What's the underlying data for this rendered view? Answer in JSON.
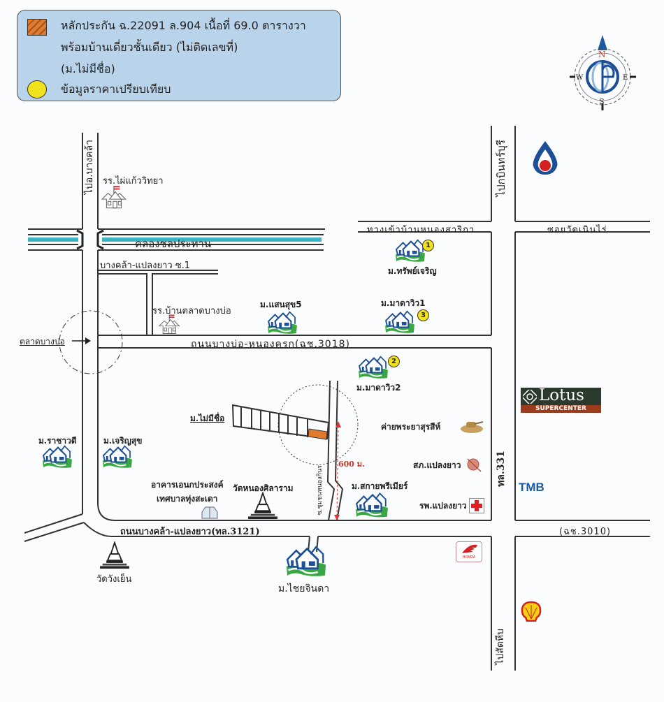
{
  "legend": {
    "collateral_line1": "หลักประกัน ฉ.22091 ล.904 เนื้อที่ 69.0 ตารางวา",
    "collateral_line2": "พร้อมบ้านเดี่ยวชั้นเดียว (ไม่ติดเลขที่)",
    "collateral_line3": "(ม.ไม่มีชื่อ)",
    "comparable_label": "ข้อมูลราคาเปรียบเทียบ",
    "collateral_color": "#e07a2e",
    "comparable_color": "#f2e21c"
  },
  "compass": {
    "n": "N",
    "s": "S",
    "e": "E",
    "w": "W"
  },
  "roads": {
    "to_bang_khla": "ไปอ.บางคล้า",
    "canal": "คลองชลประทาน",
    "soi1": "บางคล้า-แปลงยาว ซ.1",
    "bang_bo_nong_khrok": "ถนนบางบ่อ-หนองครก(ฉช.3018)",
    "nong_sarika": "ทางเข้าบ้านหนองสาริกา",
    "wat_noen_rai": "ซอยวัดเนินไร่",
    "to_kabin_buri": "ไปกบินทร์บุรี",
    "rt331": "ทล.331",
    "chs3010": "(ฉช.3010)",
    "bang_khla_plaeng_yao": "ถนนบางคล้า-แปลงยาว(ทล.3121)",
    "to_sattahip": "ไปสัตหีบ",
    "soi_chumchon": "ซ.ชุมชนหนองกินร",
    "talat_bang_bo": "ตลาดบางบ่อ"
  },
  "places": {
    "school1": "รร.ไผ่แก้ววิทยา",
    "school2": "รร.บ้านตลาดบางบ่อ",
    "saensuk5": "ม.แสนสุข5",
    "sapcharoen": "ม.ทรัพย์เจริญ",
    "madaview1": "ม.มาดาวิว1",
    "madaview2": "ม.มาดาวิว2",
    "mai_mi_chue": "ม.ไม่มีชื่อ",
    "rachawadee": "ม.ราชาวดี",
    "charoensuk": "ม.เจริญสุข",
    "hall_line1": "อาคารเอนกประสงค์",
    "hall_line2": "เทศบาลทุ่งสะเดา",
    "wat_nong_sila": "วัดหนองศิลาราม",
    "wat_wang_yen": "วัดวังเย็น",
    "chaichinda": "ม.ไชยจินดา",
    "camp": "ค่ายพระยาสุรสีห์",
    "police": "สภ.แปลงยาว",
    "hospital": "รพ.แปลงยาว",
    "sakai_premier": "ม.สกายพรีเมียร์",
    "distance": "600 ม.",
    "lotus": "Lotus",
    "lotus_sub": "SUPERCENTER",
    "tmb": "TMB",
    "honda": "HONDA"
  },
  "comparables": {
    "one": "1",
    "two": "2",
    "three": "3"
  }
}
